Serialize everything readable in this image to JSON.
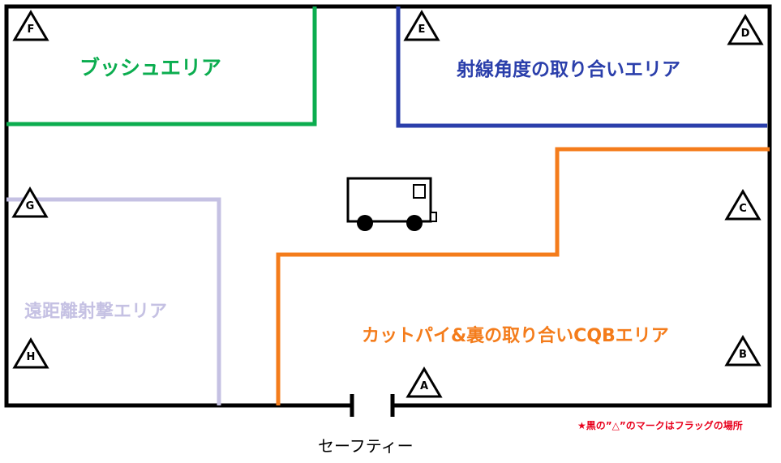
{
  "areas": {
    "bush": {
      "label": "ブッシュエリア",
      "color": "#0bad4f"
    },
    "angle": {
      "label": "射線角度の取り合いエリア",
      "color": "#2b3fab"
    },
    "sniper": {
      "label": "遠距離射撃エリア",
      "color": "#c5c1e3"
    },
    "cqb": {
      "label": "カットパイ&裏の取り合いCQBエリア",
      "color": "#f47c1b"
    }
  },
  "flags": {
    "A": "A",
    "B": "B",
    "C": "C",
    "D": "D",
    "E": "E",
    "F": "F",
    "G": "G",
    "H": "H"
  },
  "safety_label": "セーフティー",
  "note": "★黒の”△”のマークはフラッグの場所",
  "colors": {
    "border": "#000000",
    "note": "#e8001c"
  }
}
